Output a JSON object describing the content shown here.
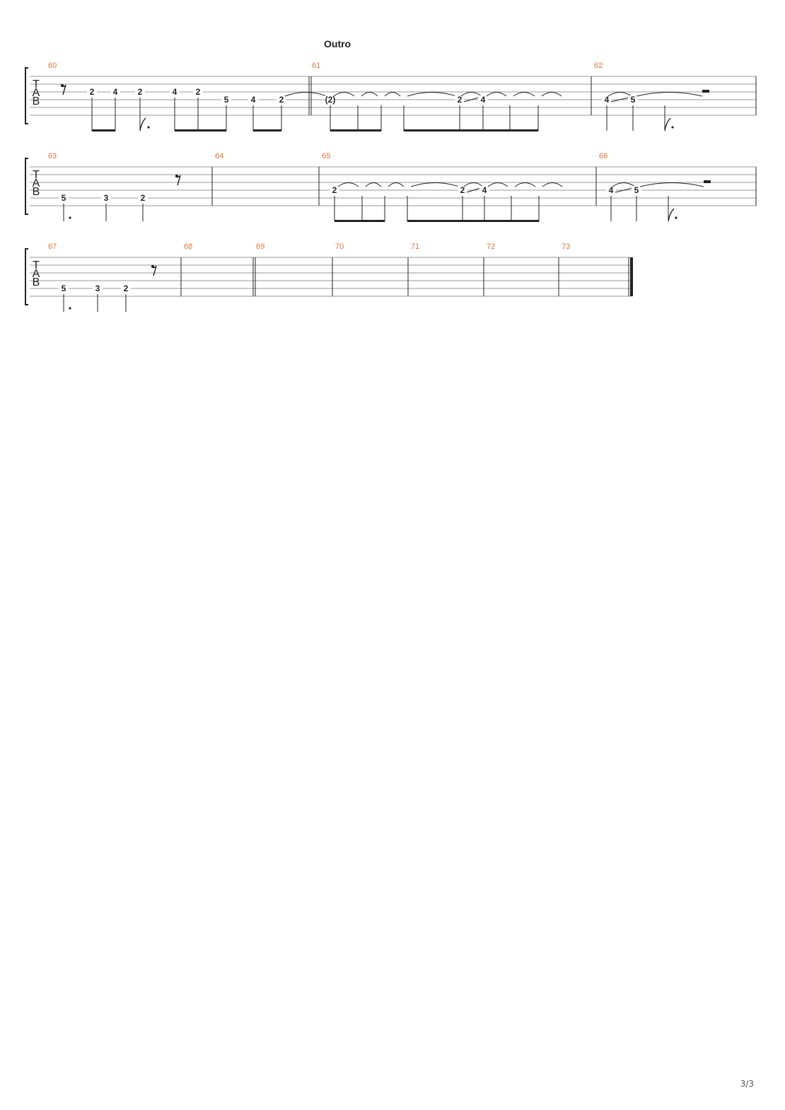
{
  "section": {
    "title": "Outro"
  },
  "page": {
    "number": "3/3"
  },
  "colors": {
    "measure_number": "#e8743b",
    "ink": "#222222",
    "staff_line": "#999999"
  },
  "clef": {
    "letters": [
      "T",
      "A",
      "B"
    ]
  },
  "systems": [
    {
      "measures": [
        {
          "number": "60",
          "notes": [
            {
              "type": "rest",
              "glyph": "eighth-rest"
            },
            {
              "fret": "2",
              "string": 3,
              "stem": true,
              "beam_group": 1
            },
            {
              "fret": "4",
              "string": 3,
              "stem": true,
              "beam_group": 1
            },
            {
              "fret": "2",
              "string": 3,
              "stem": true,
              "flag": "dotted-eighth"
            },
            {
              "fret": "4",
              "string": 3,
              "stem": true,
              "beam_group": 2
            },
            {
              "fret": "2",
              "string": 3,
              "stem": true,
              "beam_group": 2
            },
            {
              "fret": "5",
              "string": 4,
              "stem": true,
              "beam_group": 2
            },
            {
              "fret": "4",
              "string": 4,
              "stem": true,
              "beam_group": 3
            },
            {
              "fret": "2",
              "string": 4,
              "stem": true,
              "beam_group": 3,
              "tie_to_next_measure": true
            }
          ],
          "end_barline": "double"
        },
        {
          "number": "61",
          "notes": [
            {
              "fret": "(2)",
              "string": 4,
              "tied": true
            },
            {
              "fret": "",
              "string": 4,
              "tied": true
            },
            {
              "fret": "",
              "string": 4,
              "tied": true
            },
            {
              "fret": "",
              "string": 4,
              "tied": true
            },
            {
              "fret": "2",
              "string": 4,
              "slide": "up"
            },
            {
              "fret": "4",
              "string": 4,
              "tied": true
            },
            {
              "fret": "",
              "string": 4,
              "tied": true
            },
            {
              "fret": "",
              "string": 4,
              "tied": true
            }
          ]
        },
        {
          "number": "62",
          "notes": [
            {
              "fret": "4",
              "string": 4,
              "slide": "up"
            },
            {
              "fret": "5",
              "string": 4,
              "tied": true
            },
            {
              "type": "rest",
              "glyph": "half-rest"
            }
          ]
        }
      ]
    },
    {
      "measures": [
        {
          "number": "63",
          "notes": [
            {
              "fret": "5",
              "string": 5,
              "stem": true,
              "dotted": true
            },
            {
              "fret": "3",
              "string": 5,
              "stem": true
            },
            {
              "fret": "2",
              "string": 5,
              "stem": true
            },
            {
              "type": "rest",
              "glyph": "eighth-rest"
            }
          ]
        },
        {
          "number": "64",
          "notes": []
        },
        {
          "number": "65",
          "notes": [
            {
              "fret": "2",
              "string": 4,
              "tied": true
            },
            {
              "fret": "",
              "string": 4,
              "tied": true
            },
            {
              "fret": "",
              "string": 4,
              "tied": true
            },
            {
              "fret": "",
              "string": 4,
              "tied": true
            },
            {
              "fret": "2",
              "string": 4,
              "slide": "up"
            },
            {
              "fret": "4",
              "string": 4,
              "tied": true
            },
            {
              "fret": "",
              "string": 4,
              "tied": true
            },
            {
              "fret": "",
              "string": 4,
              "tied": true
            }
          ]
        },
        {
          "number": "66",
          "notes": [
            {
              "fret": "4",
              "string": 4,
              "slide": "up"
            },
            {
              "fret": "5",
              "string": 4,
              "tied": true
            },
            {
              "type": "rest",
              "glyph": "half-rest"
            }
          ]
        }
      ]
    },
    {
      "measures": [
        {
          "number": "67",
          "notes": [
            {
              "fret": "5",
              "string": 5,
              "stem": true,
              "dotted": true
            },
            {
              "fret": "3",
              "string": 5,
              "stem": true
            },
            {
              "fret": "2",
              "string": 5,
              "stem": true
            },
            {
              "type": "rest",
              "glyph": "eighth-rest"
            }
          ]
        },
        {
          "number": "68",
          "notes": [],
          "end_barline": "double"
        },
        {
          "number": "69",
          "notes": []
        },
        {
          "number": "70",
          "notes": []
        },
        {
          "number": "71",
          "notes": []
        },
        {
          "number": "72",
          "notes": []
        },
        {
          "number": "73",
          "notes": [],
          "end_barline": "final"
        }
      ]
    }
  ]
}
